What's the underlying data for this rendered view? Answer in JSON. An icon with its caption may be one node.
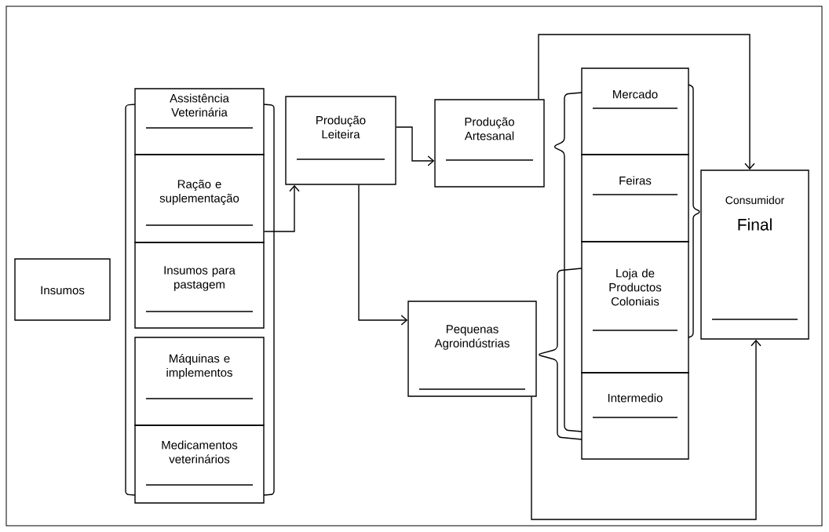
{
  "diagram": {
    "nodes": [
      {
        "text": [
          "Insumos"
        ]
      },
      {
        "text": [
          "Assistência Veterinária"
        ]
      },
      {
        "text": [
          "Ração e suplementação"
        ]
      },
      {
        "text": [
          "Insumos para pastagem"
        ]
      },
      {
        "text": [
          "Máquinas e implementos"
        ]
      },
      {
        "text": [
          "Medicamentos veterinários"
        ]
      },
      {
        "text": [
          "Produção Leiteira"
        ]
      },
      {
        "text": [
          "Produção Artesanal"
        ]
      },
      {
        "text": [
          "Pequenas Agroindústrias"
        ]
      },
      {
        "text": [
          "Mercado"
        ]
      },
      {
        "text": [
          "Feiras"
        ]
      },
      {
        "text": [
          "Loja de Productos Coloniais"
        ]
      },
      {
        "text": [
          "Intermedio"
        ]
      },
      {
        "text": [
          "Consumidor",
          "Final"
        ]
      }
    ],
    "edges": [
      {
        "from": 2,
        "to": 6,
        "arrow": "to"
      },
      {
        "from": 6,
        "to": 7,
        "arrow": "to"
      },
      {
        "from": 6,
        "to": 8,
        "arrow": "to"
      },
      {
        "from": 7,
        "to": 13,
        "arrow": "to"
      },
      {
        "from": 8,
        "to": 13,
        "arrow": "to"
      }
    ]
  }
}
